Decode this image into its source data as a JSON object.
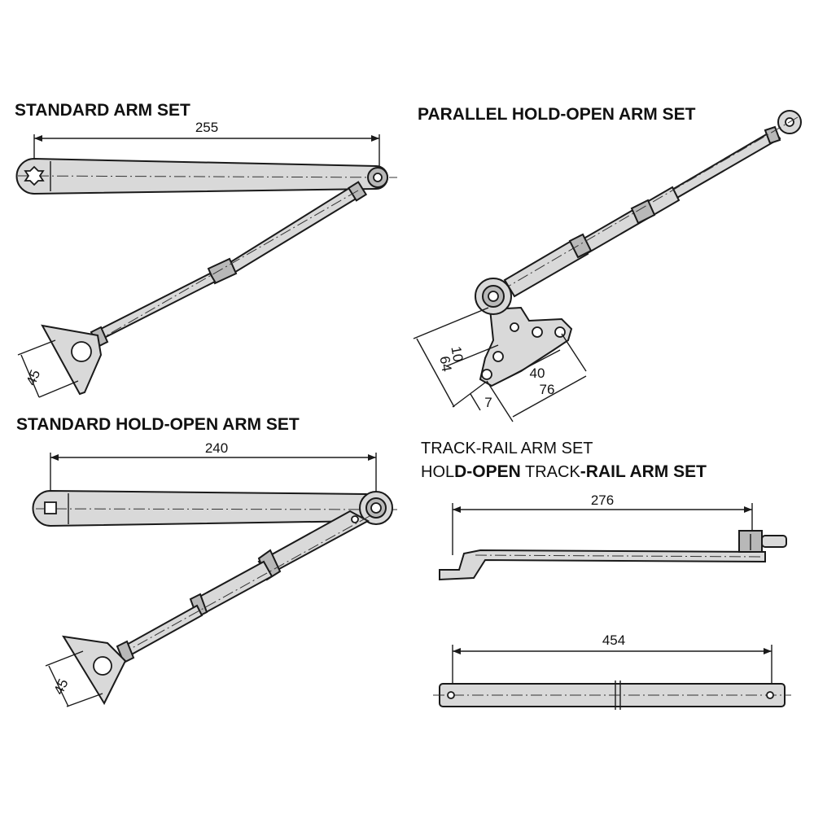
{
  "standard_arm_set": {
    "title": "STANDARD ARM SET",
    "length": "255",
    "bracket": "45"
  },
  "parallel_hold_open_arm_set": {
    "title": "PARALLEL HOLD-OPEN ARM SET",
    "dim_10": "10",
    "dim_64": "64",
    "dim_40": "40",
    "dim_76": "76",
    "dim_7": "7"
  },
  "standard_hold_open_arm_set": {
    "title": "STANDARD HOLD-OPEN ARM SET",
    "length": "240",
    "bracket": "45"
  },
  "track_rail": {
    "title_line1": "TRACK-RAIL ARM SET",
    "title_line2": {
      "a": "HOL",
      "b": "D-OPEN",
      "c": " TRACK",
      "d": "-RAIL",
      "e": " ARM SET"
    },
    "arm_length": "276",
    "rail_length": "454"
  },
  "colors": {
    "metal": "#d9d9d9",
    "outline": "#1a1a1a"
  }
}
